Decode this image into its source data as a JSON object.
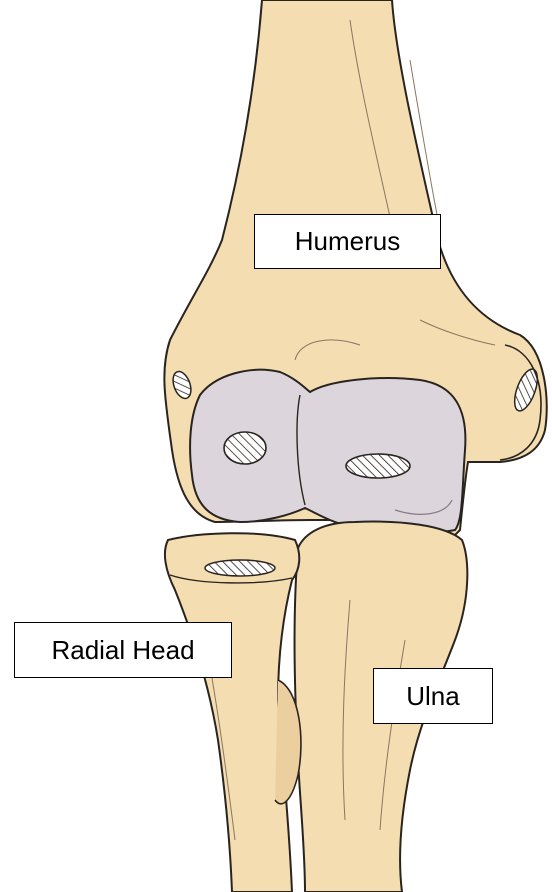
{
  "labels": {
    "humerus": "Humerus",
    "radial_head": "Radial Head",
    "ulna": "Ulna"
  },
  "colors": {
    "bone_fill": "#f3ddb1",
    "bone_shadow": "#e6c896",
    "cartilage_fill": "#ddd5dc",
    "outline": "#2a2420",
    "background": "#ffffff"
  }
}
